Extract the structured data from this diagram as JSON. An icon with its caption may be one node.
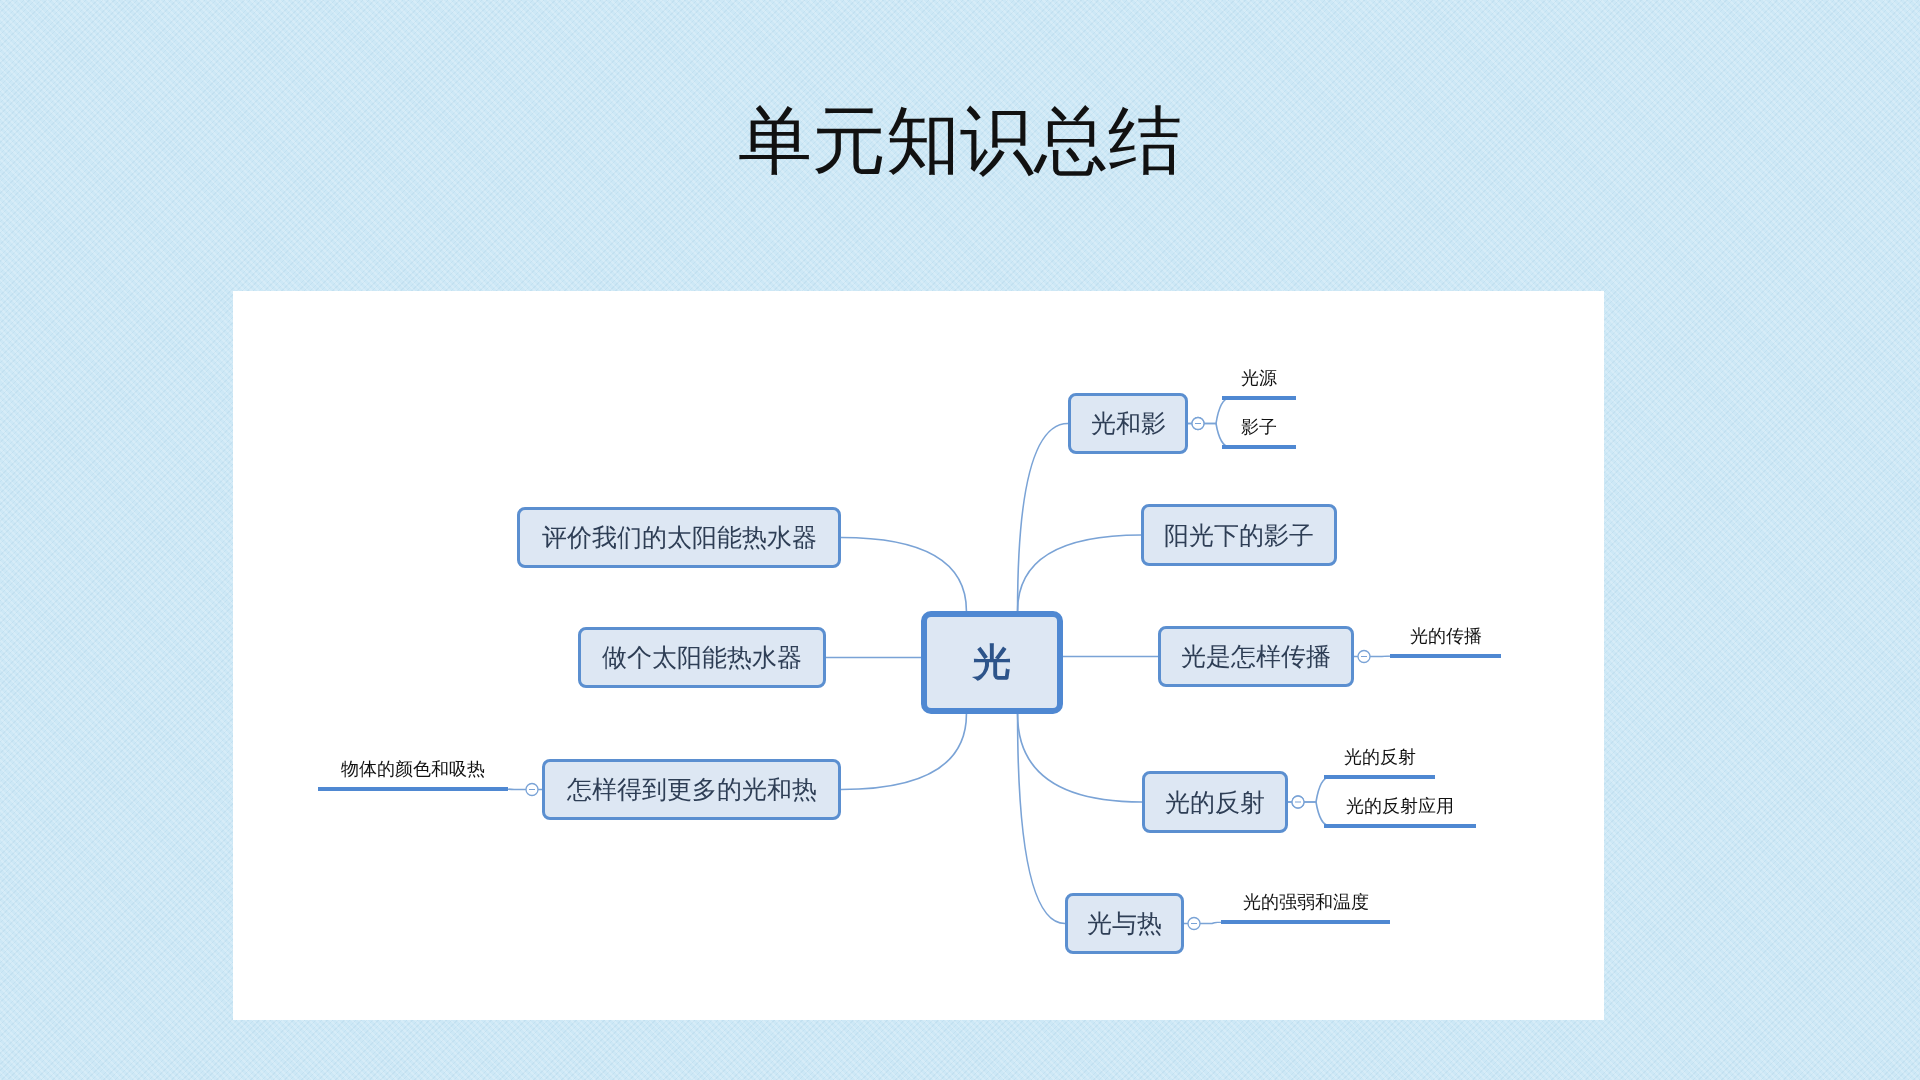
{
  "diagram": {
    "title": "单元知识总结",
    "nodes": [
      {
        "text": [
          "光"
        ]
      },
      {
        "text": [
          "光和影"
        ]
      },
      {
        "text": [
          "光源"
        ]
      },
      {
        "text": [
          "影子"
        ]
      },
      {
        "text": [
          "阳光下的影子"
        ]
      },
      {
        "text": [
          "光是怎样传播"
        ]
      },
      {
        "text": [
          "光的传播"
        ]
      },
      {
        "text": [
          "光的反射"
        ]
      },
      {
        "text": [
          "光的反射"
        ]
      },
      {
        "text": [
          "光的反射应用"
        ]
      },
      {
        "text": [
          "光与热"
        ]
      },
      {
        "text": [
          "光的强弱和温度"
        ]
      },
      {
        "text": [
          "评价我们的太阳能热水器"
        ]
      },
      {
        "text": [
          "做个太阳能热水器"
        ]
      },
      {
        "text": [
          "怎样得到更多的光和热"
        ]
      },
      {
        "text": [
          "物体的颜色和吸热"
        ]
      }
    ],
    "edges": [
      {
        "from": 0,
        "to": 1,
        "arrow": "none"
      },
      {
        "from": 1,
        "to": 2,
        "arrow": "other"
      },
      {
        "from": 1,
        "to": 3,
        "arrow": "other"
      },
      {
        "from": 0,
        "to": 4,
        "arrow": "none"
      },
      {
        "from": 0,
        "to": 5,
        "arrow": "none"
      },
      {
        "from": 5,
        "to": 6,
        "arrow": "other"
      },
      {
        "from": 0,
        "to": 7,
        "arrow": "none"
      },
      {
        "from": 7,
        "to": 8,
        "arrow": "other"
      },
      {
        "from": 7,
        "to": 9,
        "arrow": "other"
      },
      {
        "from": 0,
        "to": 10,
        "arrow": "none"
      },
      {
        "from": 10,
        "to": 11,
        "arrow": "other"
      },
      {
        "from": 0,
        "to": 12,
        "arrow": "none"
      },
      {
        "from": 0,
        "to": 13,
        "arrow": "none"
      },
      {
        "from": 0,
        "to": 14,
        "arrow": "none"
      },
      {
        "from": 14,
        "to": 15,
        "arrow": "other"
      }
    ]
  }
}
